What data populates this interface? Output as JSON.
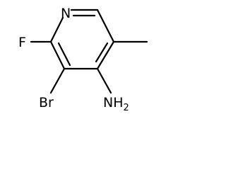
{
  "molecule": {
    "atoms": {
      "nitrogen": "N",
      "fluorine": "F",
      "bromine": "Br",
      "amine": {
        "main": "NH",
        "subscript": "2"
      }
    },
    "colors": {
      "bond": "#000000",
      "text": "#000000",
      "background": "#ffffff"
    }
  }
}
